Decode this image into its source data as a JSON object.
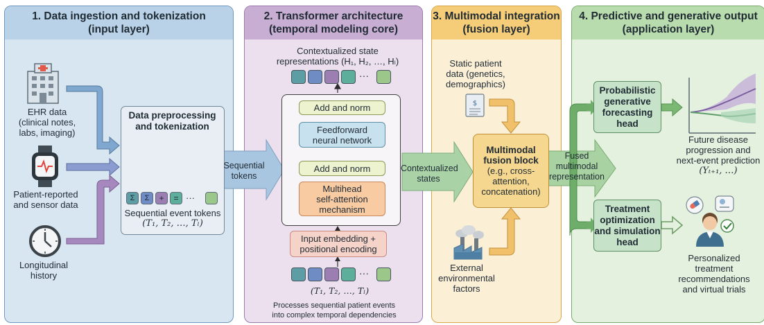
{
  "panels": {
    "p1": {
      "title1": "1. Data ingestion and tokenization",
      "title2": "(input layer)"
    },
    "p2": {
      "title1": "2. Transformer architecture",
      "title2": "(temporal modeling core)"
    },
    "p3": {
      "title1": "3. Multimodal integration",
      "title2": "(fusion layer)"
    },
    "p4": {
      "title1": "4. Predictive and generative output",
      "title2": "(application layer)"
    }
  },
  "inputs": {
    "ehr": [
      "EHR data",
      "(clinical notes,",
      "labs, imaging)"
    ],
    "patient": [
      "Patient-reported",
      "and sensor data"
    ],
    "history": [
      "Longitudinal",
      "history"
    ]
  },
  "preprocess": {
    "title": [
      "Data preprocessing",
      "and tokenization"
    ],
    "token_symbols": [
      "Σ",
      "Σ",
      "+",
      "=",
      "···"
    ],
    "label": "Sequential event tokens",
    "math": "(T₁, T₂, …, Tₗ)"
  },
  "arrows": {
    "sequential_tokens": [
      "Sequential",
      "tokens"
    ],
    "contextualized_states": [
      "Contextualized",
      "states"
    ],
    "fused": [
      "Fused",
      "multimodal",
      "representation"
    ]
  },
  "transformer": {
    "top_label": [
      "Contextualized state",
      "representations (H₁, H₂, …, Hₗ)"
    ],
    "dots": "···",
    "add_norm_top": "Add and norm",
    "feedforward": [
      "Feedforward",
      "neural network"
    ],
    "add_norm_bottom": "Add and norm",
    "attention": [
      "Multihead",
      "self-attention",
      "mechanism"
    ],
    "embedding": [
      "Input embedding +",
      "positional encoding"
    ],
    "input_math": "(T₁, T₂, …, Tₗ)",
    "caption": [
      "Processes sequential patient events",
      "into complex temporal dependencies"
    ]
  },
  "fusion": {
    "static": [
      "Static patient",
      "data (genetics,",
      "demographics)"
    ],
    "block_title": [
      "Multimodal",
      "fusion block"
    ],
    "block_body": [
      "(e.g., cross-",
      "attention,",
      "concatenation)"
    ],
    "external": [
      "External",
      "environmental",
      "factors"
    ]
  },
  "outputs": {
    "forecast_head": [
      "Probabilistic",
      "generative",
      "forecasting",
      "head"
    ],
    "forecast_label": [
      "Future disease",
      "progression and",
      "next-event prediction",
      "(Yₜ₊₁, …)"
    ],
    "treatment_head": [
      "Treatment",
      "optimization",
      "and simulation",
      "head"
    ],
    "treatment_label": [
      "Personalized",
      "treatment",
      "recommendations",
      "and virtual trials"
    ]
  },
  "colors": {
    "panel1_bg": "#d8e6f2",
    "panel1_head": "#b9d2e8",
    "panel1_border": "#6d97bf",
    "panel2_bg": "#ece0ef",
    "panel2_head": "#c9aed4",
    "panel2_border": "#9a78aa",
    "panel3_bg": "#fbefd6",
    "panel3_head": "#f5cd78",
    "panel3_border": "#d9a34a",
    "panel4_bg": "#e3f1de",
    "panel4_head": "#b9dcae",
    "panel4_border": "#78a869",
    "token_teal": "#5d9ea4",
    "token_blue": "#6f8cc4",
    "token_purple": "#9c7eb3",
    "token_green": "#9cc78a"
  }
}
